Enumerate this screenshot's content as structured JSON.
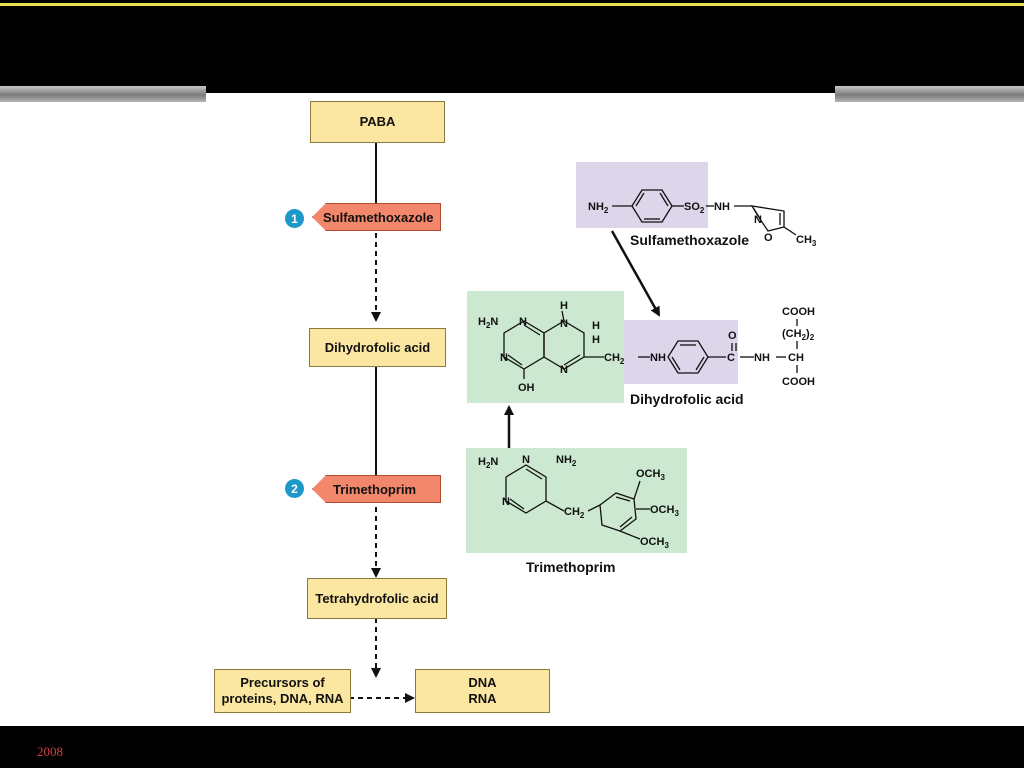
{
  "flow": {
    "paba": "PABA",
    "step1_number": "1",
    "step1_inhibitor": "Sulfamethoxazole",
    "dihydrofolic": "Dihydrofolic acid",
    "step2_number": "2",
    "step2_inhibitor": "Trimethoprim",
    "tetrahydrofolic": "Tetrahydrofolic acid",
    "precursors_line1": "Precursors of",
    "precursors_line2": "proteins, DNA, RNA",
    "dna": "DNA",
    "rna": "RNA"
  },
  "structures": {
    "sulfa_label": "Sulfamethoxazole",
    "dhf_label": "Dihydrofolic acid",
    "tmp_label": "Trimethoprim"
  },
  "colors": {
    "box_fill": "#fbe7a1",
    "inhibitor_fill": "#f2876c",
    "step_badge": "#1e98c9",
    "pteridine_panel": "#cce8d0",
    "paba_panel": "#ddd5ea",
    "top_rule": "#e8e04a",
    "footer_text": "#d04040"
  },
  "footer": {
    "year": "2008"
  }
}
